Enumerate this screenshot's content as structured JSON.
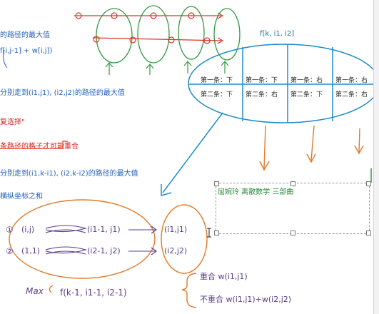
{
  "left_notes": {
    "line1": "的路径的最大值",
    "line2": "f[i,j-1] + w[i,j])",
    "line3": "分别走到(i1,j1), (i2,j2)的路径的最大值",
    "line4": "复选择\"",
    "line5": "条路径的格子才可能重合",
    "line6": "分别走到(i1,k-i1), (i2,k-i2)的路径的最大值",
    "line7": "横纵坐标之和"
  },
  "ellipse": {
    "label": "f[k, i1, i2]",
    "cells": [
      [
        "第一条：下",
        "第二条：下"
      ],
      [
        "第一条：下",
        "第二条：右"
      ],
      [
        "第一条：右",
        "第二条：下"
      ],
      [
        "第一条：右",
        "第二条：右"
      ]
    ]
  },
  "textbox": {
    "text": "屈婉玲 离散数学 三部曲"
  },
  "handwriting": {
    "mark1": "①",
    "mark2": "②",
    "row1_a": "(i,j)",
    "row1_b": "(i1-1, j1)",
    "row1_c": "(i1,j1)",
    "row2_a": "(1,1)",
    "row2_b": "(i2-1, j2)",
    "row2_c": "(i2,j2)",
    "max_label": "Max",
    "formula": "f(k-1, i1-1, i2-1)",
    "case1": "重合 w(i1,j1)",
    "case2": "不重合 w(i1,j1)+w(i2,j2)"
  },
  "colors": {
    "blue_text": "#1f5fbf",
    "red_text": "#d81f1f",
    "green_ink": "#2f9a3e",
    "red_ink": "#d9342b",
    "ellipse_blue": "#1b8cc8",
    "orange_ink": "#e07a2a",
    "purple_ink": "#5a3d8a",
    "textbox_green": "#2a8a3a"
  }
}
